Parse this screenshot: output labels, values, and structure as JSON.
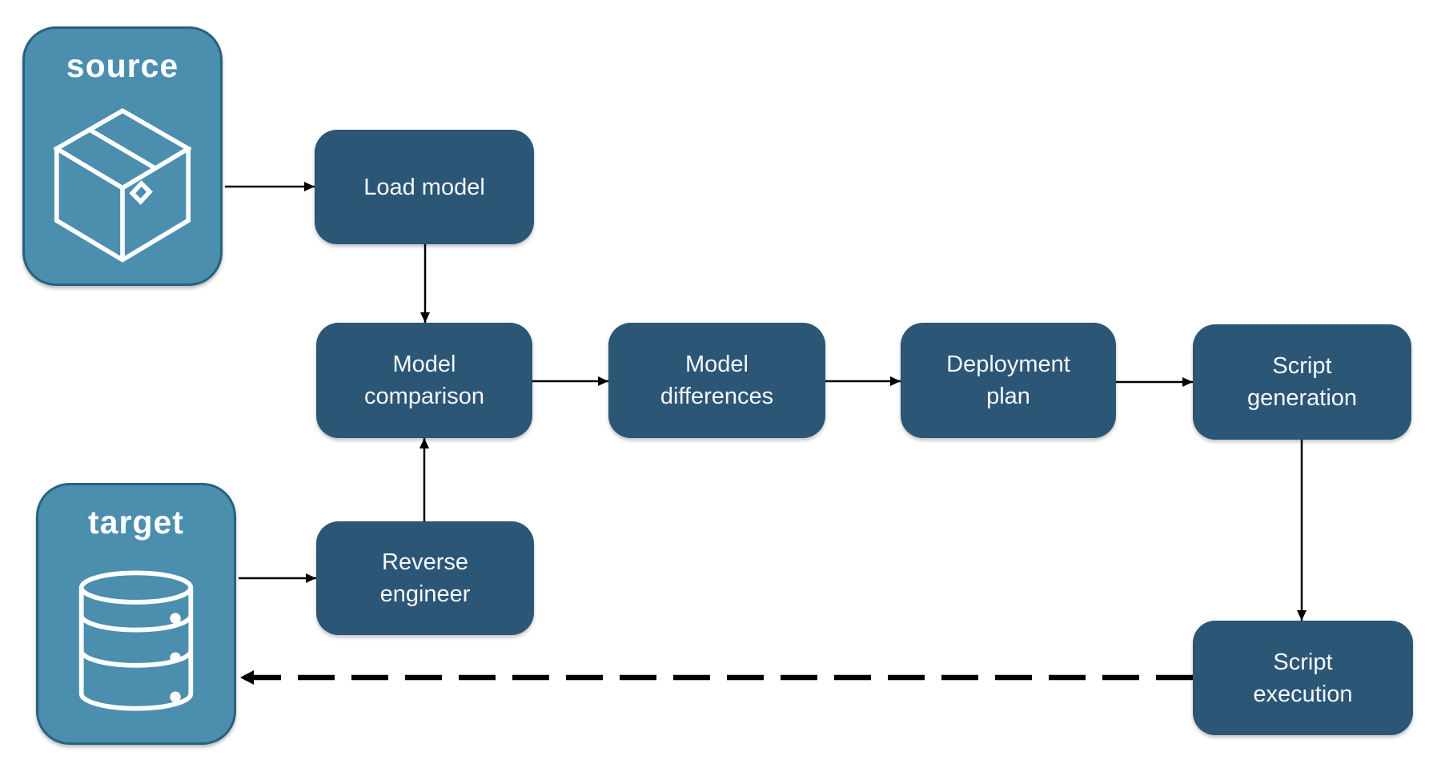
{
  "diagram": {
    "type": "flowchart",
    "background": "#ffffff",
    "colors": {
      "process_fill": "#2c5676",
      "endpoint_fill": "#4b8eae",
      "endpoint_border": "#27627f",
      "arrow": "#000000",
      "label_text": "#ffffff"
    },
    "endpoints": {
      "source": {
        "label": "source",
        "icon": "package-icon"
      },
      "target": {
        "label": "target",
        "icon": "database-icon"
      }
    },
    "processes": {
      "load_model": {
        "label": "Load model"
      },
      "model_comparison": {
        "label": "Model\ncomparison"
      },
      "model_differences": {
        "label": "Model\ndifferences"
      },
      "deployment_plan": {
        "label": "Deployment\nplan"
      },
      "script_generation": {
        "label": "Script\ngeneration"
      },
      "reverse_engineer": {
        "label": "Reverse\nengineer"
      },
      "script_execution": {
        "label": "Script\nexecution"
      }
    },
    "edges": [
      {
        "from": "source",
        "to": "load_model",
        "style": "solid"
      },
      {
        "from": "load_model",
        "to": "model_comparison",
        "style": "solid"
      },
      {
        "from": "model_comparison",
        "to": "model_differences",
        "style": "solid"
      },
      {
        "from": "model_differences",
        "to": "deployment_plan",
        "style": "solid"
      },
      {
        "from": "deployment_plan",
        "to": "script_generation",
        "style": "solid"
      },
      {
        "from": "target",
        "to": "reverse_engineer",
        "style": "solid"
      },
      {
        "from": "reverse_engineer",
        "to": "model_comparison",
        "style": "solid"
      },
      {
        "from": "script_generation",
        "to": "script_execution",
        "style": "solid"
      },
      {
        "from": "script_execution",
        "to": "target",
        "style": "dashed"
      }
    ]
  }
}
